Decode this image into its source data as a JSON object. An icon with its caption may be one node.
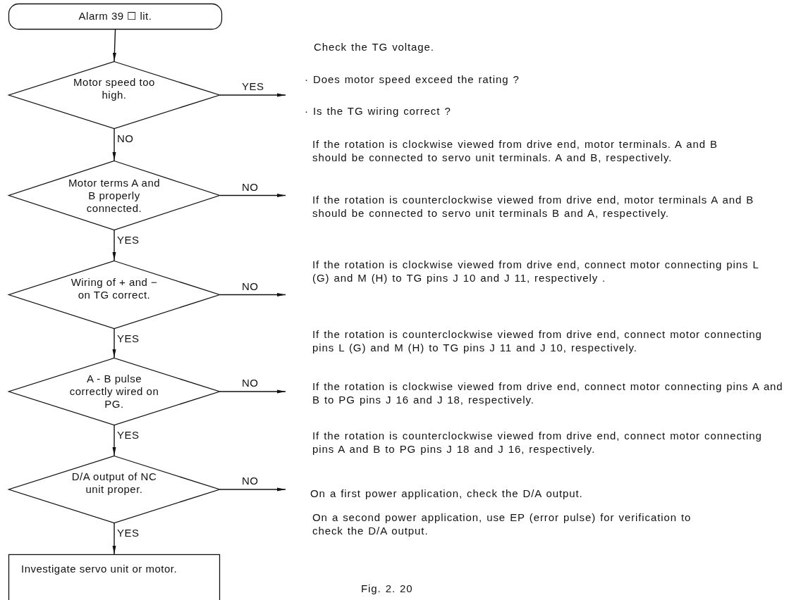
{
  "diagram": {
    "caption": "Fig. 2. 20",
    "nodes": [
      {
        "text": [
          "Alarm 39 ☐ lit."
        ]
      },
      {
        "text": [
          "Motor speed too high."
        ]
      },
      {
        "text": [
          "Motor terms A and B properly connected."
        ]
      },
      {
        "text": [
          "Wiring of + and − on TG correct."
        ]
      },
      {
        "text": [
          "A - B pulse correctly wired on PG."
        ]
      },
      {
        "text": [
          "D/A output of NC unit proper."
        ]
      },
      {
        "text": [
          "Investigate servo unit or motor."
        ]
      }
    ],
    "edges": [
      {
        "from": 0,
        "to": 1,
        "arrow": "to"
      },
      {
        "from": 1,
        "to": null,
        "arrow": "to",
        "label": "YES"
      },
      {
        "from": 1,
        "to": 2,
        "arrow": "to",
        "label": "NO"
      },
      {
        "from": 2,
        "to": null,
        "arrow": "to",
        "label": "NO"
      },
      {
        "from": 2,
        "to": 3,
        "arrow": "to",
        "label": "YES"
      },
      {
        "from": 3,
        "to": null,
        "arrow": "to",
        "label": "NO"
      },
      {
        "from": 3,
        "to": 4,
        "arrow": "to",
        "label": "YES"
      },
      {
        "from": 4,
        "to": null,
        "arrow": "to",
        "label": "NO"
      },
      {
        "from": 4,
        "to": 5,
        "arrow": "to",
        "label": "YES"
      },
      {
        "from": 5,
        "to": null,
        "arrow": "to",
        "label": "NO"
      },
      {
        "from": 5,
        "to": 6,
        "arrow": "to",
        "label": "YES"
      }
    ],
    "labels": [
      "Check the TG voltage.",
      "· Does motor speed exceed the rating ?",
      "· Is the TG wiring correct ?",
      "If the rotation is clockwise viewed from drive end, motor terminals. A and B should be connected to servo unit terminals. A and B, respectively.",
      "If the rotation is counterclockwise viewed from drive end, motor terminals A and B should be connected to servo unit terminals B and A, respectively.",
      "If the rotation is clockwise viewed from drive end, connect motor connecting pins L (G) and M (H) to TG pins J 10 and J 11, respectively .",
      "If the rotation is counterclockwise viewed from drive end, connect motor connecting pins L (G) and M (H) to TG pins J 11 and J 10, respectively.",
      "If the rotation is clockwise viewed from drive end, connect motor connecting pins A and B to PG pins J 16 and J 18, respectively.",
      "If the rotation is counterclockwise viewed from drive end, connect motor connecting pins A and B to PG pins J 18 and J 16, respectively.",
      "On a first power application, check the D/A output.",
      "On a second power application, use EP (error pulse) for verification to check the D/A output."
    ]
  }
}
